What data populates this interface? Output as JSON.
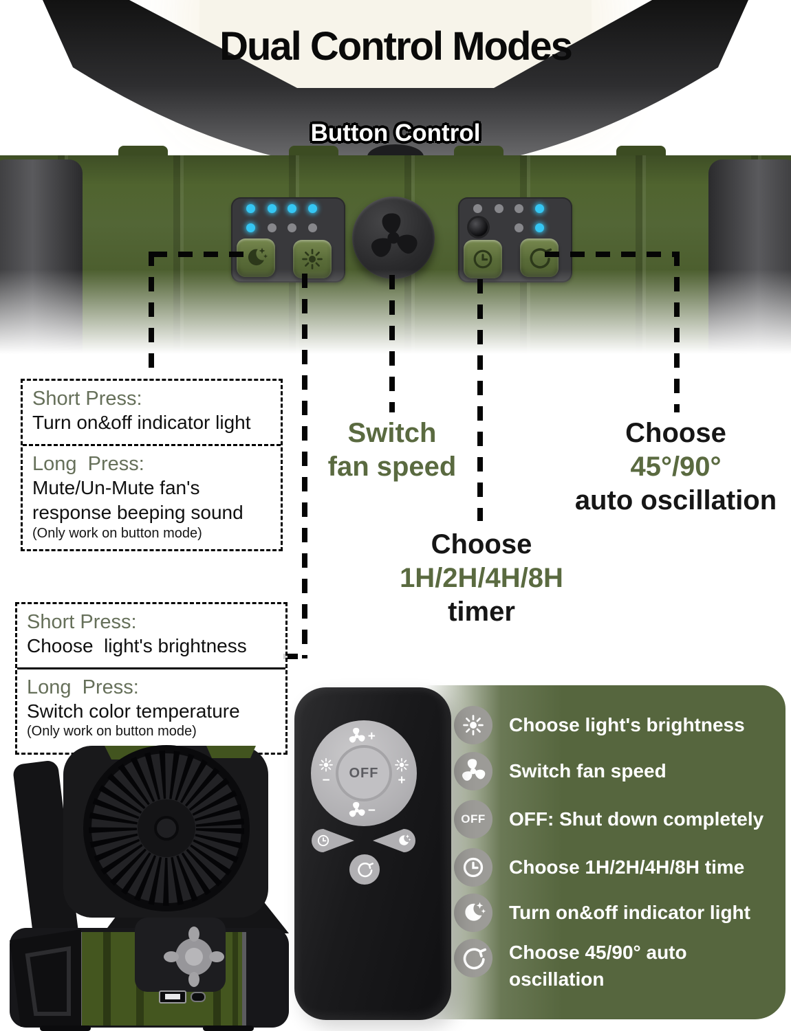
{
  "page": {
    "title": "Dual Control Modes",
    "mode_label": "Button Control"
  },
  "colors": {
    "olive_text": "#5a6a40",
    "callout_title": "#66705a",
    "legend_bg": "#56663e",
    "device_green": "#4e6130",
    "indicator_on": "#35c6f3"
  },
  "device_panel": {
    "light_group": {
      "indicators_row1": [
        "on",
        "on",
        "on",
        "on"
      ],
      "indicators_row2": [
        "on",
        "off",
        "off",
        "off"
      ],
      "buttons": [
        {
          "name": "indicator-light-button",
          "icon": "moon-stars-icon"
        },
        {
          "name": "brightness-button",
          "icon": "sun-icon"
        }
      ]
    },
    "fan_button": {
      "name": "fan-speed-button",
      "icon": "fan-icon"
    },
    "timer_group": {
      "indicators_row1": [
        "off",
        "off",
        "off",
        "on"
      ],
      "indicators_row2": [
        "ir-lens",
        "off",
        "on"
      ],
      "buttons": [
        {
          "name": "timer-button",
          "icon": "clock-icon"
        },
        {
          "name": "oscillation-button",
          "icon": "rotate-icon"
        }
      ]
    }
  },
  "callouts": {
    "indicator_button": {
      "short_title": "Short Press:",
      "short_text": "Turn on&off indicator light",
      "long_title": "Long  Press:",
      "long_text_line1": "Mute/Un-Mute fan's",
      "long_text_line2": "response beeping sound",
      "note": "(Only work on button mode)"
    },
    "light_button": {
      "short_title": "Short Press:",
      "short_text": "Choose  light's brightness",
      "long_title": "Long  Press:",
      "long_text": "Switch color temperature",
      "note": "(Only work on button mode)"
    }
  },
  "pointer_labels": {
    "fan_speed": {
      "line1": "Switch",
      "line2": "fan speed"
    },
    "oscillation": {
      "line1": "Choose",
      "line2": "45°/90°",
      "line3": "auto oscillation"
    },
    "timer": {
      "line1": "Choose",
      "line2": "1H/2H/4H/8H",
      "line3": "timer"
    }
  },
  "remote": {
    "power_label": "OFF",
    "fan_plus": "+",
    "fan_minus": "−",
    "light_plus": "+",
    "light_minus": "−"
  },
  "legend": {
    "items": [
      {
        "icon": "sun-icon",
        "text": "Choose light's brightness"
      },
      {
        "icon": "fan-icon",
        "text": "Switch fan speed"
      },
      {
        "icon": "off-icon",
        "icon_label": "OFF",
        "text": "OFF: Shut down completely"
      },
      {
        "icon": "clock-icon",
        "text": "Choose 1H/2H/4H/8H time"
      },
      {
        "icon": "moon-stars-icon",
        "text": "Turn on&off indicator light"
      },
      {
        "icon": "rotate-icon",
        "text": "Choose 45/90° auto oscillation"
      }
    ]
  }
}
